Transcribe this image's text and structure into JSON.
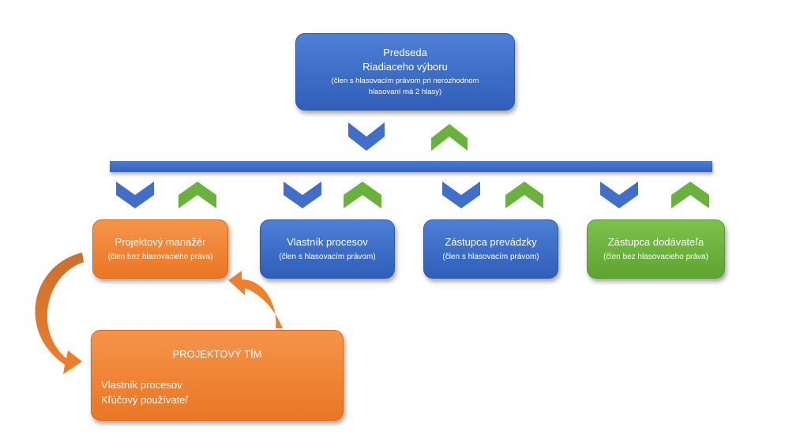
{
  "chairman": {
    "title_line1": "Predseda",
    "title_line2": "Riadiaceho výboru",
    "note": "(člen s hlasovacím právom pri nerozhodnom hlasovaní má 2 hlasy)"
  },
  "members": [
    {
      "title": "Projektový manažér",
      "note": "(člen bez hlasovacieho práva)"
    },
    {
      "title": "Vlastník procesov",
      "note": "(člen s hlasovacím právom)"
    },
    {
      "title": "Zástupca prevádzky",
      "note": "(člen s hlasovacím právom)"
    },
    {
      "title": "Zástupca dodávateľa",
      "note": "(člen bez hlasovacieho práva)"
    }
  ],
  "team": {
    "title": "PROJEKTOVÝ TÍM",
    "members": [
      "Vlastník procesov",
      "Kľúčový používateľ"
    ]
  },
  "colors": {
    "blue": "#3a6cc6",
    "green": "#6cb33f",
    "orange": "#ef8233"
  }
}
